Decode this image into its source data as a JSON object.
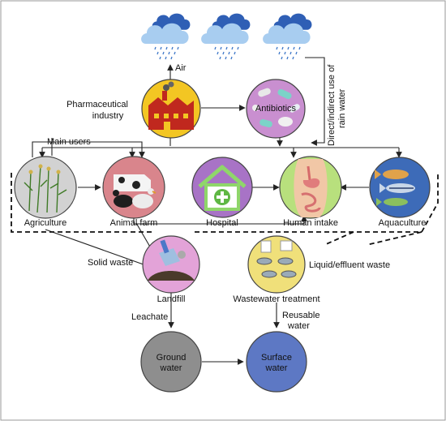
{
  "labels": {
    "air": "Air",
    "pharma": "Pharmaceutical industry",
    "antibiotics": "Antibiotics",
    "rain_water": "Direct/indirect use of rain water",
    "main_users": "Main users",
    "agriculture": "Agriculture",
    "animal_farm": "Animal farm",
    "hospital": "Hospital",
    "human_intake": "Human intake",
    "aquaculture": "Aquaculture",
    "solid_waste": "Solid waste",
    "liquid_waste": "Liquid/effluent waste",
    "landfill": "Landfill",
    "wastewater": "Wastewater treatment",
    "leachate": "Leachate",
    "reusable_water": "Reusable water",
    "ground_water": "Ground water",
    "surface_water": "Surface water"
  },
  "colors": {
    "pharma_fill": "#f3c623",
    "antibiotics_fill": "#c98fd0",
    "agriculture_fill": "#d2d2d2",
    "animal_fill": "#d9858c",
    "hospital_fill": "#a873c6",
    "human_fill": "#b8e07d",
    "aquaculture_fill": "#3d6bb8",
    "landfill_fill": "#e3a3d8",
    "wastewater_fill": "#f0e07a",
    "ground_fill": "#8e8e8e",
    "surface_fill": "#5d78c4",
    "cloud_fill": "#a8cdf0",
    "cloud_dark": "#3f6fc6",
    "rain": "#3f78c9"
  }
}
